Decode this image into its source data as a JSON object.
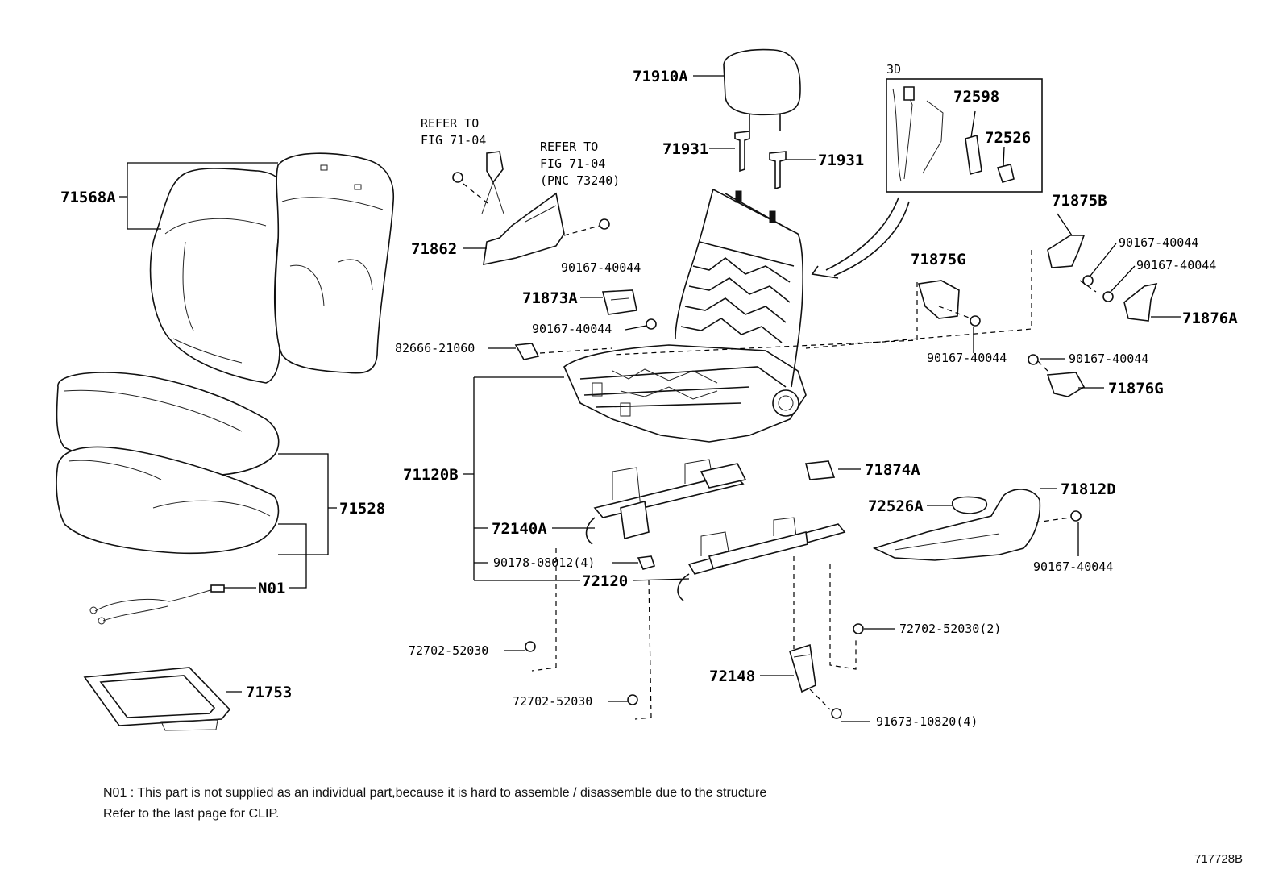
{
  "inset_label": "3D",
  "refer_left": "REFER TO\nFIG 71-04",
  "refer_right": "REFER TO\nFIG 71-04\n(PNC 73240)",
  "parts": {
    "p71910A": "71910A",
    "p71931a": "71931",
    "p71931b": "71931",
    "p72598": "72598",
    "p72526": "72526",
    "p71568A": "71568A",
    "p71862": "71862",
    "p90167_1": "90167-40044",
    "p71873A": "71873A",
    "p90167_2": "90167-40044",
    "p82666": "82666-21060",
    "p71875B": "71875B",
    "p90167_3": "90167-40044",
    "p90167_4": "90167-40044",
    "p71875G": "71875G",
    "p71876A": "71876A",
    "p90167_5": "90167-40044",
    "p90167_6": "90167-40044",
    "p71876G": "71876G",
    "p71120B": "71120B",
    "p71874A": "71874A",
    "p71812D": "71812D",
    "p72526A": "72526A",
    "p71528": "71528",
    "p72140A": "72140A",
    "p90178": "90178-08012(4)",
    "p72120": "72120",
    "p90167_7": "90167-40044",
    "pN01": "N01",
    "p72702_a": "72702-52030",
    "p72702_b": "72702-52030(2)",
    "p71753": "71753",
    "p72148": "72148",
    "p72702_c": "72702-52030",
    "p91673": "91673-10820(4)"
  },
  "notes": {
    "line1": "N01 : This part is not supplied as an individual part,because it is hard to assemble / disassemble due to the structure",
    "line2": "Refer to the last page for CLIP."
  },
  "figure_id": "717728B"
}
